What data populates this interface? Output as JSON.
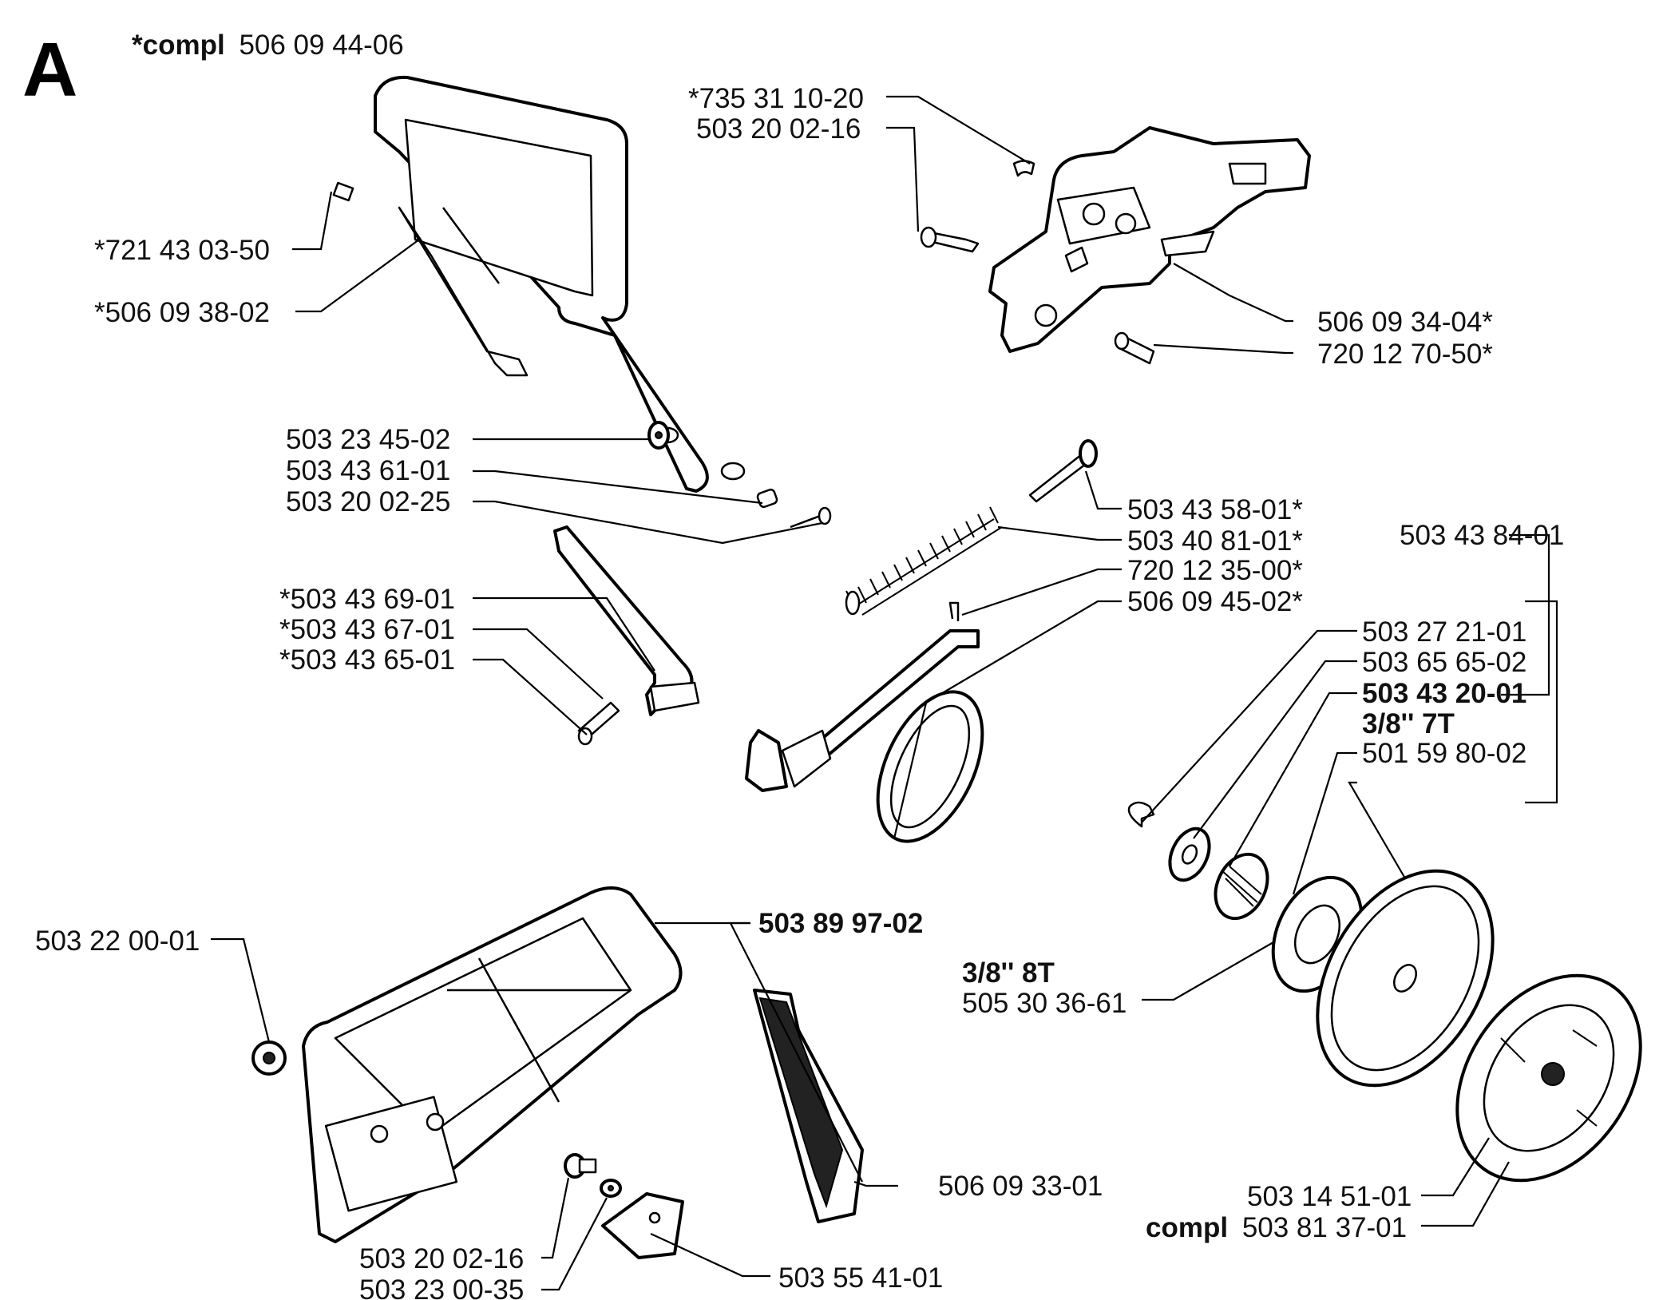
{
  "section": "A",
  "labels": {
    "compl_top": {
      "prefix": "*compl",
      "number": "506 09 44-06"
    },
    "p_735_31_10_20": "*735 31 10-20",
    "p_503_20_02_16_top": "503 20 02-16",
    "p_721_43_03_50": "*721 43 03-50",
    "p_506_09_38_02": "*506 09 38-02",
    "p_506_09_34_04": "506 09 34-04*",
    "p_720_12_70_50": "720 12 70-50*",
    "p_503_23_45_02": "503 23 45-02",
    "p_503_43_61_01": "503 43 61-01",
    "p_503_20_02_25": "503 20 02-25",
    "p_503_43_58_01": "503 43 58-01*",
    "p_503_40_81_01": "503 40 81-01*",
    "p_720_12_35_00": "720 12 35-00*",
    "p_506_09_45_02": "506 09 45-02*",
    "p_503_43_84_01": "503 43 84-01",
    "p_503_43_69_01": "*503 43 69-01",
    "p_503_43_67_01": "*503 43 67-01",
    "p_503_43_65_01": "*503 43 65-01",
    "p_503_27_21_01": "503 27 21-01",
    "p_503_65_65_02": "503 65 65-02",
    "p_503_43_20_01": "503 43 20-01",
    "p_3_8_7t": "3/8'' 7T",
    "p_501_59_80_02": "501 59 80-02",
    "p_503_89_97_02": "503 89 97-02",
    "p_503_22_00_01": "503 22 00-01",
    "p_3_8_8t": "3/8'' 8T",
    "p_505_30_36_61": "505 30 36-61",
    "p_506_09_33_01": "506 09 33-01",
    "p_503_14_51_01": "503 14 51-01",
    "compl_bottom": {
      "prefix": "compl",
      "number": "503 81 37-01"
    },
    "p_503_20_02_16_bottom": "503 20 02-16",
    "p_503_23_00_35": "503 23 00-35",
    "p_503_55_41_01": "503 55 41-01"
  }
}
